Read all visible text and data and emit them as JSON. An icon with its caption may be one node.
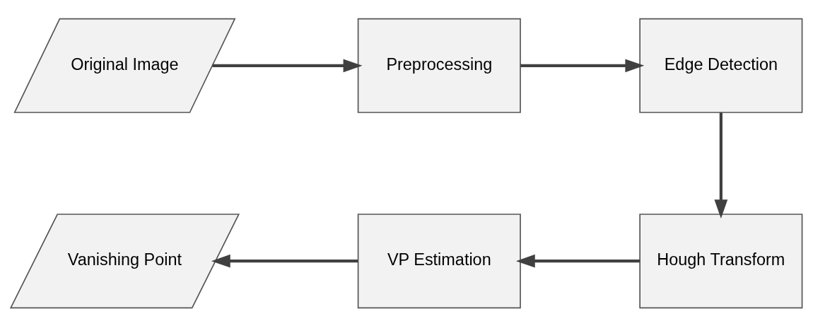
{
  "diagram": {
    "nodes": [
      {
        "text": [
          "Original Image"
        ]
      },
      {
        "text": [
          "Preprocessing"
        ]
      },
      {
        "text": [
          "Edge Detection"
        ]
      },
      {
        "text": [
          "Hough Transform"
        ]
      },
      {
        "text": [
          "VP Estimation"
        ]
      },
      {
        "text": [
          "Vanishing Point"
        ]
      }
    ],
    "edges": [
      {
        "from": 0,
        "to": 1,
        "arrow": "to"
      },
      {
        "from": 1,
        "to": 2,
        "arrow": "to"
      },
      {
        "from": 2,
        "to": 3,
        "arrow": "to"
      },
      {
        "from": 3,
        "to": 4,
        "arrow": "to"
      },
      {
        "from": 4,
        "to": 5,
        "arrow": "to"
      }
    ]
  }
}
